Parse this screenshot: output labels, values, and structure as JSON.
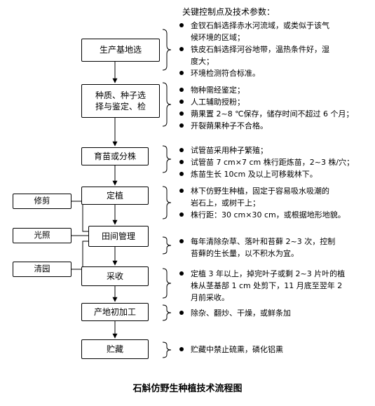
{
  "header": "关键控制点及技术参数：",
  "caption": "石斛仿野生种植技术流程图",
  "steps": [
    {
      "title": "生产基地选",
      "bullets": [
        "金钗石斛选择赤水河流域，或类似于该气\n候环境的区域；",
        "铁皮石斛选择河谷地带，温热条件好，湿\n度大；",
        "环境检测符合标准。"
      ]
    },
    {
      "title": "种质、种子选\n择与鉴定、检",
      "bullets": [
        "物种需经鉴定；",
        "人工辅助授粉；",
        "蒴果置 2~8 ℃保存，储存时间不超过 6 个月；",
        "开裂蒴果种子不合格。"
      ]
    },
    {
      "title": "育苗或分株",
      "bullets": [
        "试管苗采用种子繁殖；",
        "试管苗 7 cm×7 cm 株行距炼苗，2~3 株/穴；",
        "炼苗生长 10cm 及以上可移栽林下。"
      ]
    },
    {
      "title": "定植",
      "bullets": [
        "林下仿野生种植，固定于容易吸水吸潮的\n岩石上，或树干上；",
        "株行距：30 cm×30 cm，或根据地形地貌。"
      ]
    },
    {
      "title": "田间管理",
      "bullets": [
        "每年清除杂草、落叶和苔藓 2~3 次，控制\n苔藓的生长量，以不积水为宜。"
      ]
    },
    {
      "title": "采收",
      "bullets": [
        "定植 3 年以上，掉完叶子或剩 2~3 片叶的植\n株从茎基部 1 cm 处剪下，11 月底至翌年 2\n月前采收。"
      ]
    },
    {
      "title": "产地初加工",
      "bullets": [
        "除杂、翻炒、干燥，或鲜条加"
      ]
    },
    {
      "title": "贮藏",
      "bullets": [
        "贮藏中禁止硫熏，磷化铝熏"
      ]
    }
  ],
  "side_boxes": [
    "修剪",
    "光照",
    "清园"
  ]
}
